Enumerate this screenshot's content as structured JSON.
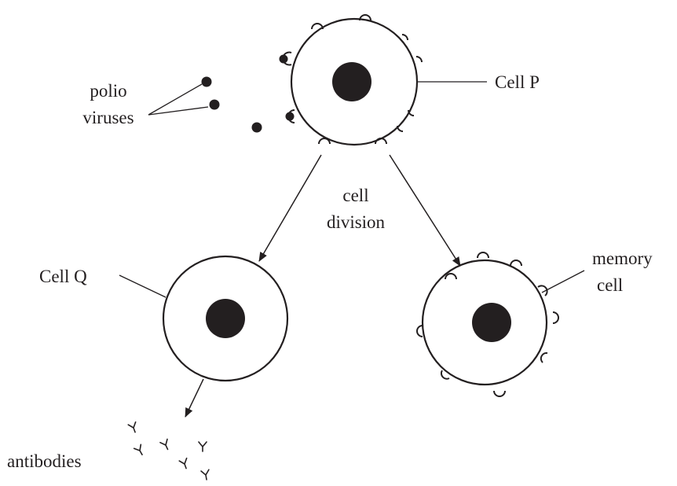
{
  "labels": {
    "polio": "polio",
    "viruses": "viruses",
    "cell_p": "Cell P",
    "cell_q": "Cell Q",
    "cell_word": "cell",
    "division_word": "division",
    "memory_word": "memory",
    "memory_cell_word": "cell",
    "antibodies": "antibodies"
  },
  "colors": {
    "ink": "#231f20",
    "background": "#ffffff"
  }
}
